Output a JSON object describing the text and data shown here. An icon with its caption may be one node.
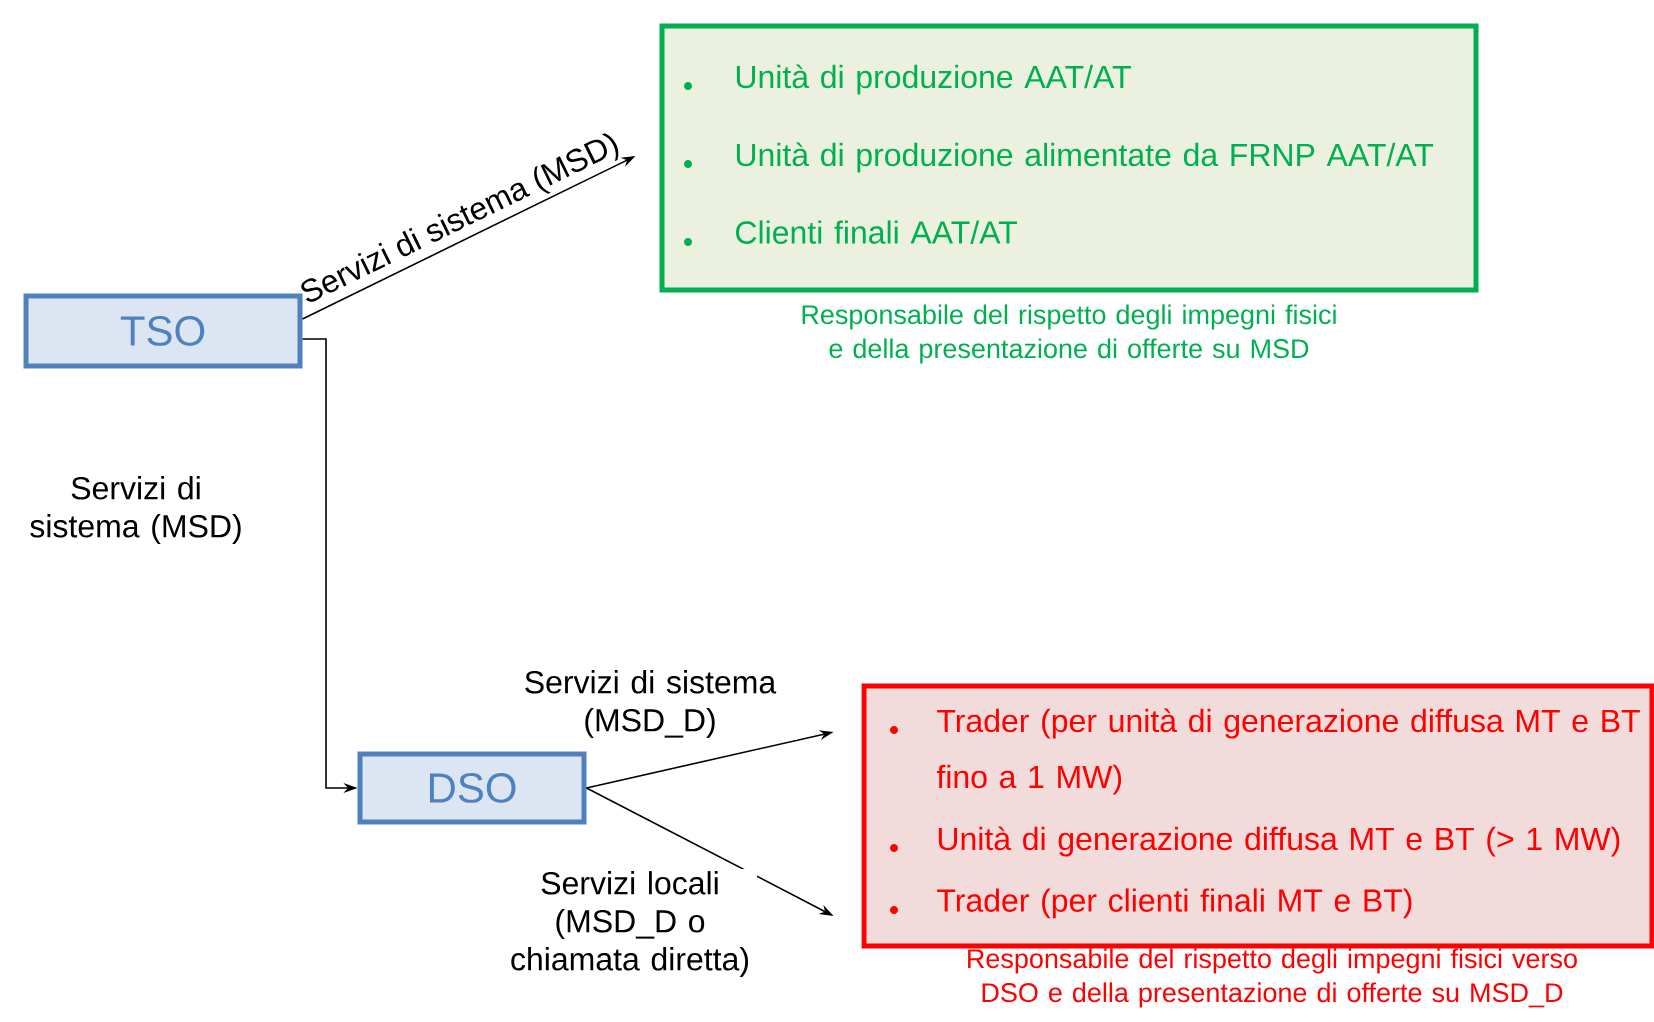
{
  "diagram": {
    "nodes": [
      {
        "text": [
          "TSO"
        ]
      },
      {
        "text": [
          "Unità di produzione AAT/AT",
          "Unità di produzione alimentate da FRNP AAT/AT",
          "Clienti finali AAT/AT"
        ],
        "beside": [
          "Responsabile del rispetto degli impegni fisici e della presentazione di offerte su MSD"
        ]
      },
      {
        "text": [
          "DSO"
        ]
      },
      {
        "text": [
          "Trader (per unità di generazione diffusa MT e BT fino a 1 MW)",
          "Unità di generazione diffusa MT e BT (> 1 MW)",
          "Trader (per clienti finali MT e BT)"
        ],
        "beside": [
          "Responsabile del rispetto degli impegni fisici verso DSO e della presentazione di offerte su MSD_D"
        ]
      }
    ],
    "edges": [
      {
        "from": 0,
        "to": 1,
        "arrow": "to",
        "label": "Servizi di sistema (MSD)"
      },
      {
        "from": 0,
        "to": 2,
        "arrow": "to",
        "label": "Servizi di sistema (MSD)"
      },
      {
        "from": 2,
        "to": 3,
        "arrow": "to",
        "label": "Servizi di sistema (MSD_D)"
      },
      {
        "from": 2,
        "to": 3,
        "arrow": "to",
        "label": "Servizi locali (MSD_D o chiamata diretta)"
      }
    ]
  }
}
